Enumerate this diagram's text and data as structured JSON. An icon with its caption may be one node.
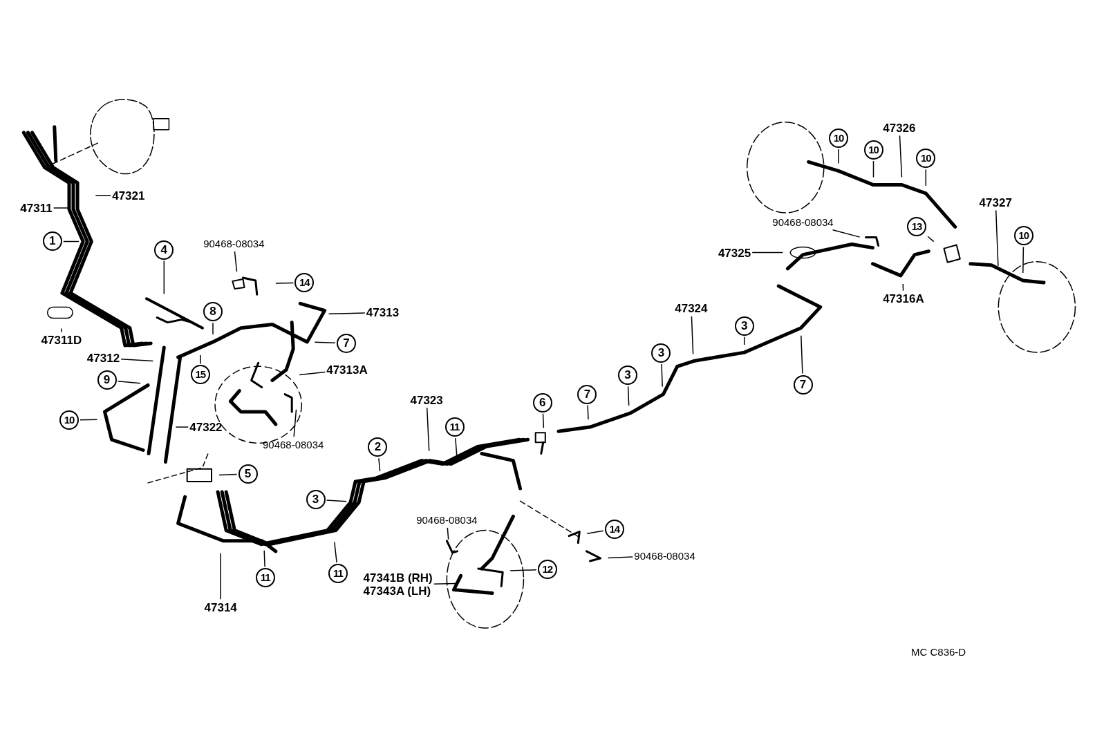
{
  "diagram": {
    "nodes": [
      {
        "text": [
          "47311"
        ]
      },
      {
        "text": [
          "47321"
        ]
      },
      {
        "text": [
          "1"
        ]
      },
      {
        "text": [
          "47311D"
        ]
      },
      {
        "text": [
          "4"
        ]
      },
      {
        "text": [
          "90468-08034"
        ]
      },
      {
        "text": [
          "14"
        ]
      },
      {
        "text": [
          "47313"
        ]
      },
      {
        "text": [
          "8"
        ]
      },
      {
        "text": [
          "7"
        ]
      },
      {
        "text": [
          "47312"
        ]
      },
      {
        "text": [
          "15"
        ]
      },
      {
        "text": [
          "47313A"
        ]
      },
      {
        "text": [
          "9"
        ]
      },
      {
        "text": [
          "10"
        ]
      },
      {
        "text": [
          "47322"
        ]
      },
      {
        "text": [
          "90468-08034"
        ]
      },
      {
        "text": [
          "5"
        ]
      },
      {
        "text": [
          "47323"
        ]
      },
      {
        "text": [
          "11"
        ]
      },
      {
        "text": [
          "2"
        ]
      },
      {
        "text": [
          "3"
        ]
      },
      {
        "text": [
          "6"
        ]
      },
      {
        "text": [
          "7"
        ]
      },
      {
        "text": [
          "3"
        ]
      },
      {
        "text": [
          "3"
        ]
      },
      {
        "text": [
          "47324"
        ]
      },
      {
        "text": [
          "3"
        ]
      },
      {
        "text": [
          "7"
        ]
      },
      {
        "text": [
          "90468-08034"
        ]
      },
      {
        "text": [
          "14"
        ]
      },
      {
        "text": [
          "90468-08034"
        ]
      },
      {
        "text": [
          "12"
        ]
      },
      {
        "text": [
          "47341B (RH)",
          "47343A (LH)"
        ]
      },
      {
        "text": [
          "11"
        ]
      },
      {
        "text": [
          "11"
        ]
      },
      {
        "text": [
          "47314"
        ]
      },
      {
        "text": [
          "10"
        ]
      },
      {
        "text": [
          "47326"
        ]
      },
      {
        "text": [
          "10"
        ]
      },
      {
        "text": [
          "10"
        ]
      },
      {
        "text": [
          "47327"
        ]
      },
      {
        "text": [
          "90468-08034"
        ]
      },
      {
        "text": [
          "13"
        ]
      },
      {
        "text": [
          "10"
        ]
      },
      {
        "text": [
          "47325"
        ]
      },
      {
        "text": [
          "47316A"
        ]
      }
    ],
    "edges": [
      {
        "from": 0,
        "to": null,
        "arrow": "none"
      },
      {
        "from": 1,
        "to": null,
        "arrow": "none"
      },
      {
        "from": 2,
        "to": null,
        "arrow": "none"
      },
      {
        "from": 3,
        "to": null,
        "arrow": "none"
      },
      {
        "from": 4,
        "to": null,
        "arrow": "none"
      },
      {
        "from": 5,
        "to": null,
        "arrow": "none"
      },
      {
        "from": 6,
        "to": null,
        "arrow": "none"
      },
      {
        "from": 7,
        "to": null,
        "arrow": "none"
      },
      {
        "from": 8,
        "to": null,
        "arrow": "none"
      },
      {
        "from": 9,
        "to": null,
        "arrow": "none"
      },
      {
        "from": 10,
        "to": null,
        "arrow": "none"
      },
      {
        "from": 11,
        "to": null,
        "arrow": "none"
      },
      {
        "from": 12,
        "to": null,
        "arrow": "none"
      },
      {
        "from": 13,
        "to": null,
        "arrow": "none"
      },
      {
        "from": 14,
        "to": null,
        "arrow": "none"
      },
      {
        "from": 15,
        "to": null,
        "arrow": "none"
      },
      {
        "from": 16,
        "to": null,
        "arrow": "none"
      },
      {
        "from": 17,
        "to": null,
        "arrow": "none"
      },
      {
        "from": 18,
        "to": null,
        "arrow": "none"
      },
      {
        "from": 19,
        "to": null,
        "arrow": "none"
      },
      {
        "from": 20,
        "to": null,
        "arrow": "none"
      },
      {
        "from": 21,
        "to": null,
        "arrow": "none"
      },
      {
        "from": 22,
        "to": null,
        "arrow": "none"
      },
      {
        "from": 23,
        "to": null,
        "arrow": "none"
      },
      {
        "from": 24,
        "to": null,
        "arrow": "none"
      },
      {
        "from": 25,
        "to": null,
        "arrow": "none"
      },
      {
        "from": 26,
        "to": null,
        "arrow": "none"
      },
      {
        "from": 27,
        "to": null,
        "arrow": "none"
      },
      {
        "from": 28,
        "to": null,
        "arrow": "none"
      },
      {
        "from": 29,
        "to": null,
        "arrow": "none"
      },
      {
        "from": 30,
        "to": null,
        "arrow": "none"
      },
      {
        "from": 31,
        "to": null,
        "arrow": "none"
      },
      {
        "from": 32,
        "to": null,
        "arrow": "none"
      },
      {
        "from": 33,
        "to": null,
        "arrow": "none"
      },
      {
        "from": 34,
        "to": null,
        "arrow": "none"
      },
      {
        "from": 35,
        "to": null,
        "arrow": "none"
      },
      {
        "from": 36,
        "to": null,
        "arrow": "none"
      },
      {
        "from": 37,
        "to": null,
        "arrow": "none"
      },
      {
        "from": 38,
        "to": null,
        "arrow": "none"
      },
      {
        "from": 39,
        "to": null,
        "arrow": "none"
      },
      {
        "from": 40,
        "to": null,
        "arrow": "none"
      },
      {
        "from": 41,
        "to": null,
        "arrow": "none"
      },
      {
        "from": 42,
        "to": null,
        "arrow": "none"
      },
      {
        "from": 43,
        "to": null,
        "arrow": "none"
      },
      {
        "from": 44,
        "to": null,
        "arrow": "none"
      },
      {
        "from": 45,
        "to": null,
        "arrow": "none"
      },
      {
        "from": 46,
        "to": null,
        "arrow": "none"
      }
    ],
    "labels": [
      "MC  C836-D"
    ]
  }
}
